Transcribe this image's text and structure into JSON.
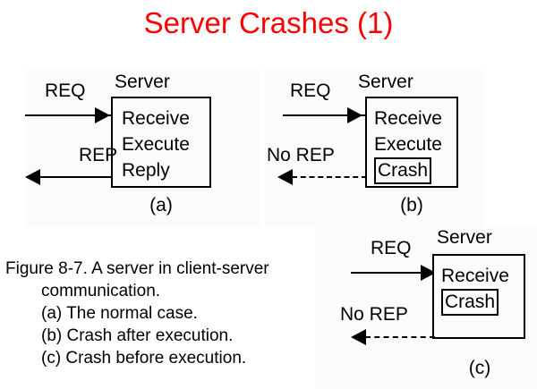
{
  "slide": {
    "title": "Server Crashes (1)",
    "title_color": "#ff0000",
    "background_color": "#ffffff"
  },
  "diagrams": [
    {
      "id": "a",
      "sub_label": "(a)",
      "box_title": "Server",
      "steps": [
        "Receive",
        "Execute",
        "Reply"
      ],
      "crash_step": null,
      "request_label": "REQ",
      "request_style": "solid",
      "reply_label": "REP",
      "reply_style": "solid"
    },
    {
      "id": "b",
      "sub_label": "(b)",
      "box_title": "Server",
      "steps": [
        "Receive",
        "Execute",
        "Crash"
      ],
      "crash_step": "Crash",
      "request_label": "REQ",
      "request_style": "solid",
      "reply_label": "No REP",
      "reply_style": "dashed"
    },
    {
      "id": "c",
      "sub_label": "(c)",
      "box_title": "Server",
      "steps": [
        "Receive",
        "Crash"
      ],
      "crash_step": "Crash",
      "request_label": "REQ",
      "request_style": "solid",
      "reply_label": "No REP",
      "reply_style": "dashed"
    }
  ],
  "caption": {
    "line1": "Figure 8-7. A server in client-server",
    "line2": "communication.",
    "line3": "(a) The normal case.",
    "line4": "(b) Crash after execution.",
    "line5": "(c) Crash before execution."
  }
}
